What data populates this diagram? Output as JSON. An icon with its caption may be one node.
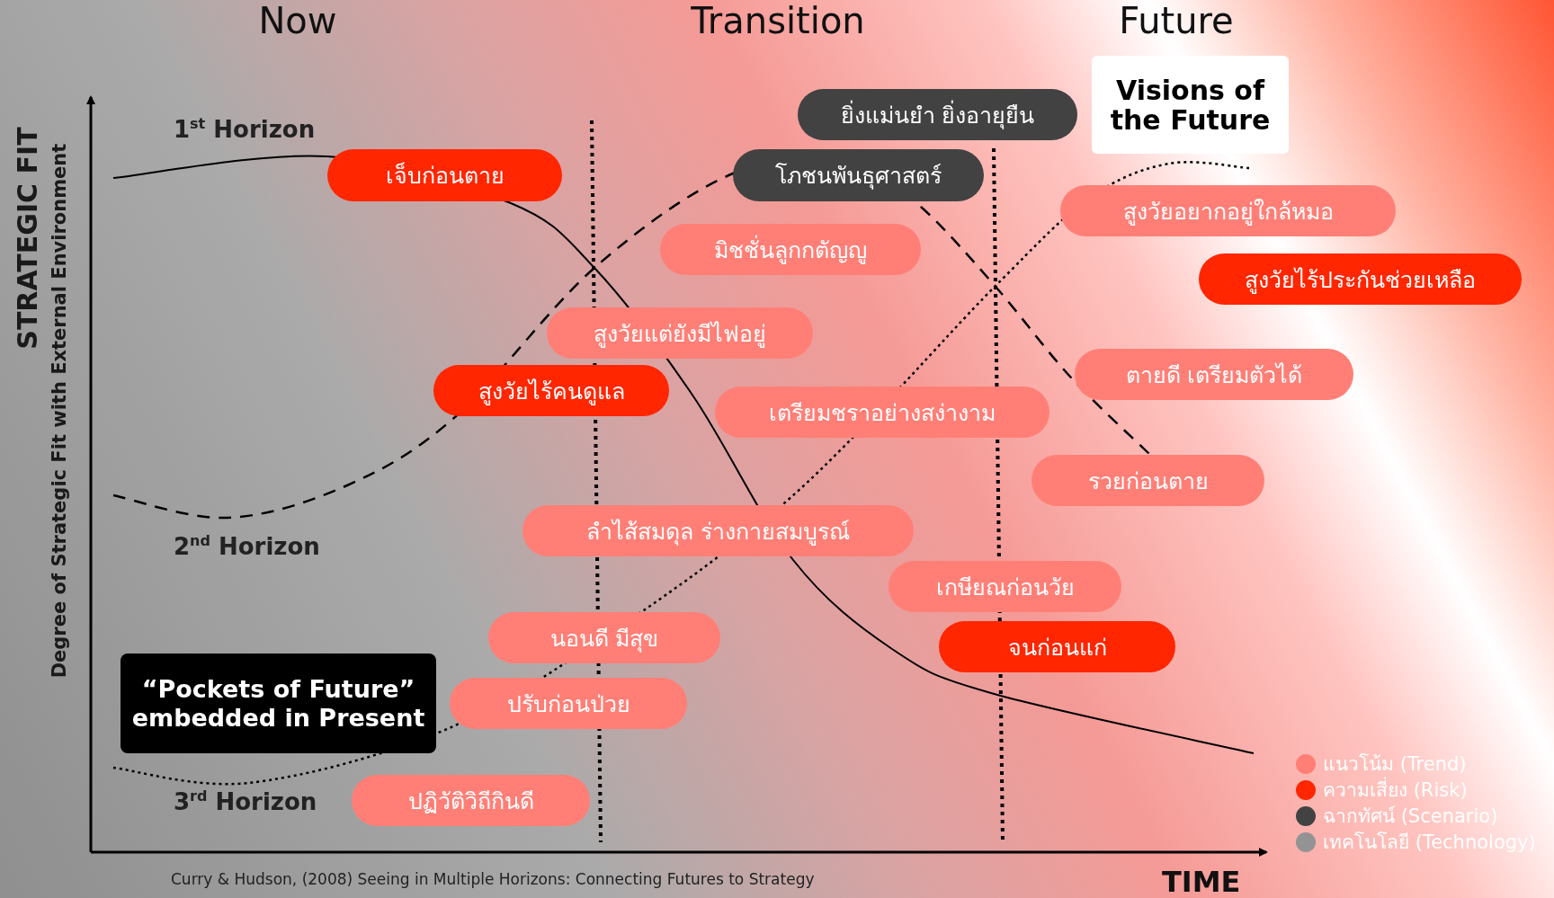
{
  "diagram": {
    "nodes": [
      {
        "text": [
          "ยิ่งแม่นยำ ยิ่งอายุยืน"
        ]
      },
      {
        "text": [
          "Visions of the Future"
        ]
      },
      {
        "text": [
          "เจ็บก่อนตาย"
        ]
      },
      {
        "text": [
          "โภชนพันธุศาสตร์"
        ]
      },
      {
        "text": [
          "สูงวัยอยากอยู่ใกล้หมอ"
        ]
      },
      {
        "text": [
          "มิชชั่นลูกกตัญญู"
        ]
      },
      {
        "text": [
          "สูงวัยไร้ประกันช่วยเหลือ"
        ]
      },
      {
        "text": [
          "สูงวัยแต่ยังมีไฟอยู่"
        ]
      },
      {
        "text": [
          "ตายดี เตรียมตัวได้"
        ]
      },
      {
        "text": [
          "สูงวัยไร้คนดูแล"
        ]
      },
      {
        "text": [
          "เตรียมชราอย่างสง่างาม"
        ]
      },
      {
        "text": [
          "รวยก่อนตาย"
        ]
      },
      {
        "text": [
          "ลำไส้สมดุล ร่างกายสมบูรณ์"
        ]
      },
      {
        "text": [
          "เกษียณก่อนวัย"
        ]
      },
      {
        "text": [
          "นอนดี มีสุข"
        ]
      },
      {
        "text": [
          "จนก่อนแก่"
        ]
      },
      {
        "text": [
          "“Pockets of Future” embedded in Present"
        ]
      },
      {
        "text": [
          "ปรับก่อนป่วย"
        ]
      },
      {
        "text": [
          "ปฏิวัติวิถีกินดี"
        ]
      }
    ],
    "labels": [
      "Now",
      "Transition",
      "Future",
      "STRATEGIC FIT",
      "Degree of Strategic Fit with External Environment",
      "1$^{st}$ Horizon",
      "2$^{nd}$ Horizon",
      "3$^{rd}$ Horizon",
      "TIME",
      "Curry & Hudson, (2008) Seeing in Multiple Horizons: Connecting Futures to Strategy"
    ],
    "legend": [
      {
        "text": "แนวโน้ม (Trend)",
        "color": "#ff7f77"
      },
      {
        "text": "ความเสี่ยง (Risk)",
        "color": "#ff2600"
      },
      {
        "text": "ฉากทัศน์ (Scenario)",
        "color": "#424242"
      },
      {
        "text": "เทคโนโลยี (Technology)",
        "color": "#939393"
      }
    ]
  }
}
